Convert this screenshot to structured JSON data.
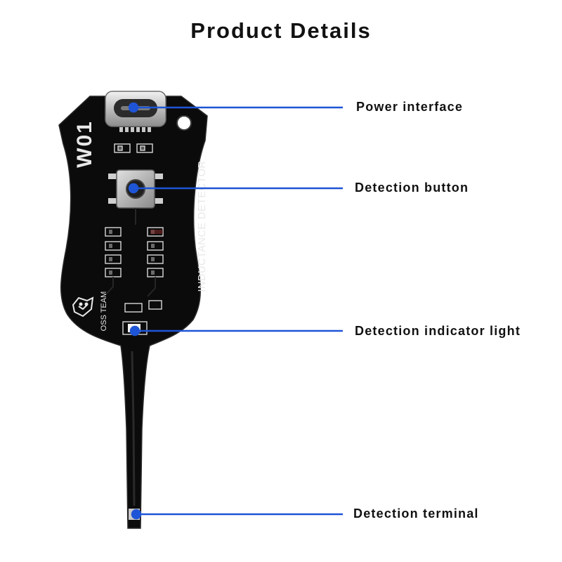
{
  "header": {
    "title": "Product Details"
  },
  "board": {
    "model": "W01",
    "vertical_text": "INDUCTANCE DETECTOR",
    "brand": "OSS TEAM",
    "pcb_color": "#0b0b0b",
    "silk_color": "#e8e8e8"
  },
  "callouts": {
    "power": {
      "label": "Power interface"
    },
    "button": {
      "label": "Detection button"
    },
    "indicator": {
      "label": "Detection indicator light"
    },
    "terminal": {
      "label": "Detection terminal"
    },
    "line_color": "#1e55d6"
  }
}
